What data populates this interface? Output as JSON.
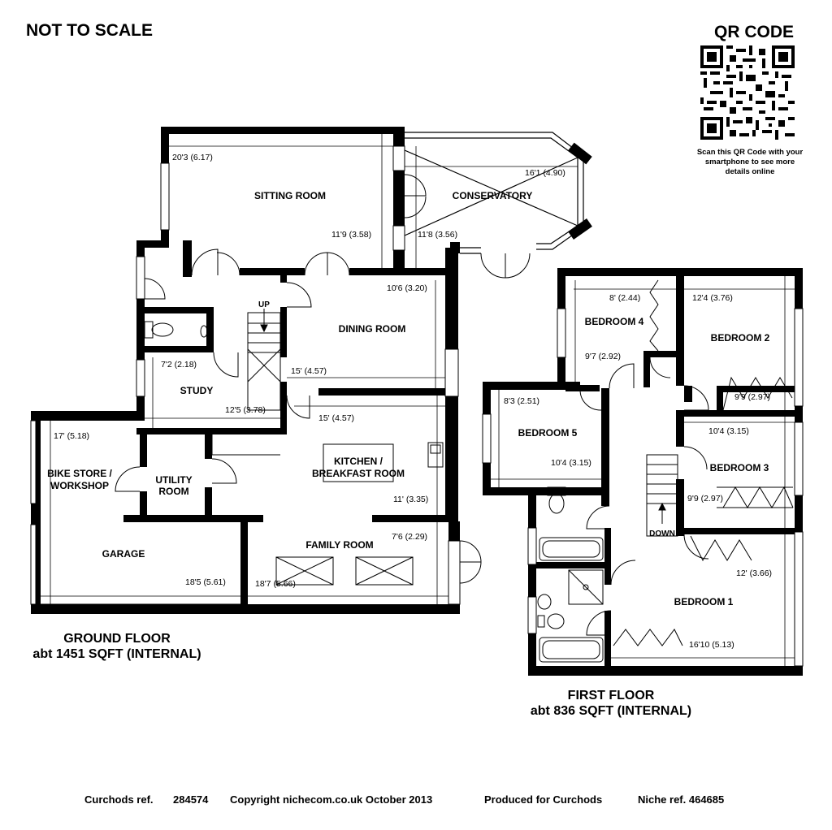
{
  "header": {
    "scale_note": "NOT TO SCALE",
    "qr_title": "QR CODE",
    "qr_caption": "Scan this QR Code with your smartphone to see more details online"
  },
  "ground_floor": {
    "label": "GROUND FLOOR",
    "area": "abt 1451 SQFT (INTERNAL)",
    "rooms": {
      "sitting_room": "SITTING ROOM",
      "conservatory": "CONSERVATORY",
      "dining_room": "DINING ROOM",
      "study": "STUDY",
      "utility_room_l1": "UTILITY",
      "utility_room_l2": "ROOM",
      "kitchen_l1": "KITCHEN /",
      "kitchen_l2": "BREAKFAST ROOM",
      "bike_store_l1": "BIKE STORE /",
      "bike_store_l2": "WORKSHOP",
      "garage": "GARAGE",
      "family_room": "FAMILY ROOM",
      "up": "UP"
    },
    "dimensions": {
      "sitting_width": "20'3 (6.17)",
      "sitting_depth": "11'9 (3.58)",
      "conservatory_width": "16'1 (4.90)",
      "conservatory_depth": "11'8 (3.56)",
      "dining_depth": "10'6 (3.20)",
      "dining_width": "15' (4.57)",
      "study_depth": "7'2 (2.18)",
      "study_width": "12'5 (3.78)",
      "kitchen_width": "15' (4.57)",
      "kitchen_depth": "11' (3.35)",
      "bike_depth": "17' (5.18)",
      "garage_width": "18'5 (5.61)",
      "family_width": "18'7 (5.66)",
      "family_depth": "7'6 (2.29)"
    }
  },
  "first_floor": {
    "label": "FIRST FLOOR",
    "area": "abt 836 SQFT (INTERNAL)",
    "rooms": {
      "bedroom_1": "BEDROOM 1",
      "bedroom_2": "BEDROOM 2",
      "bedroom_3": "BEDROOM 3",
      "bedroom_4": "BEDROOM 4",
      "bedroom_5": "BEDROOM 5",
      "down": "DOWN"
    },
    "dimensions": {
      "bed4_width": "8' (2.44)",
      "bed4_depth": "9'7 (2.92)",
      "bed2_width": "12'4 (3.76)",
      "bed2_depth": "9'9 (2.97)",
      "bed5_depth": "8'3 (2.51)",
      "bed5_width": "10'4 (3.15)",
      "bed3_width": "10'4 (3.15)",
      "bed3_depth": "9'9 (2.97)",
      "bed1_depth": "12' (3.66)",
      "bed1_width": "16'10 (5.13)"
    }
  },
  "footer": {
    "ref_label": "Curchods ref.",
    "ref_value": "284574",
    "copyright": "Copyright nichecom.co.uk October 2013",
    "produced_for": "Produced for Curchods",
    "niche_ref": "Niche ref. 464685"
  }
}
